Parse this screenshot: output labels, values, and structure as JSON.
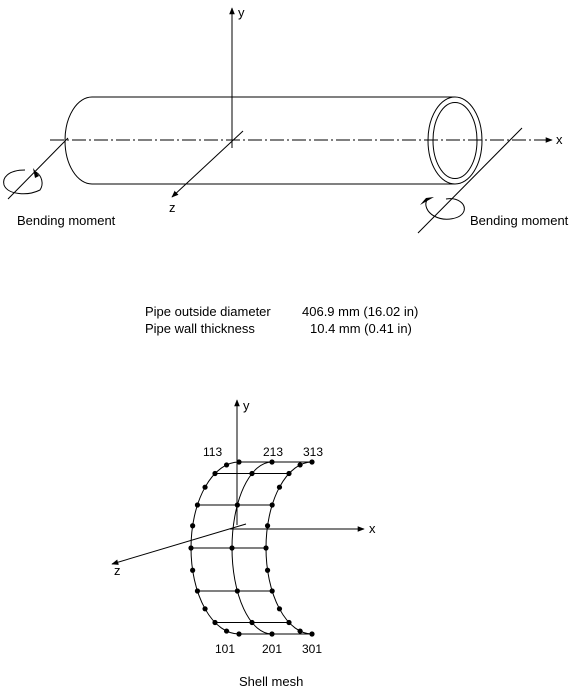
{
  "pipe_figure": {
    "axes": {
      "x": "x",
      "y": "y",
      "z": "z"
    },
    "moment_left": "Bending moment",
    "moment_right": "Bending moment"
  },
  "properties": [
    {
      "label": "Pipe outside diameter",
      "value": "406.9 mm (16.02 in)"
    },
    {
      "label": "Pipe wall thickness",
      "value": "10.4 mm (0.41 in)"
    }
  ],
  "mesh_figure": {
    "axes": {
      "x": "x",
      "y": "y",
      "z": "z"
    },
    "node_labels": {
      "top": [
        "113",
        "213",
        "313"
      ],
      "bottom": [
        "101",
        "201",
        "301"
      ]
    },
    "caption": "Shell mesh"
  }
}
